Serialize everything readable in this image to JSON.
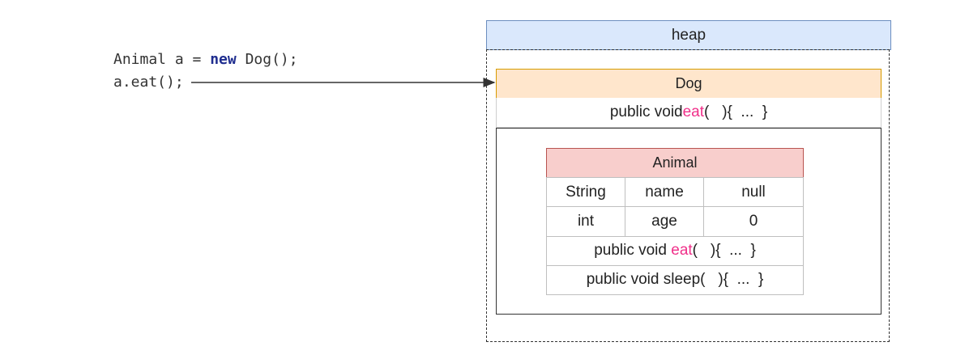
{
  "code": {
    "line1_pre": "Animal a = ",
    "line1_kw": "new",
    "line1_post": " Dog();",
    "line2": "a.eat();"
  },
  "heap": {
    "title": "heap"
  },
  "dog": {
    "title": "Dog",
    "method": {
      "prefix": "public void ",
      "name": "eat",
      "suffix": "(   ){  ...  }"
    }
  },
  "animal": {
    "title": "Animal",
    "fields": [
      {
        "type": "String",
        "name": "name",
        "value": "null"
      },
      {
        "type": "int",
        "name": "age",
        "value": "0"
      }
    ],
    "methods": [
      {
        "prefix": "public void ",
        "name": "eat",
        "suffix": "(   ){  ...  }",
        "highlight": true
      },
      {
        "prefix": "public void sleep",
        "name": "",
        "suffix": "(   ){  ...  }",
        "highlight": false
      }
    ]
  },
  "colors": {
    "heap_fill": "#dae8fc",
    "dog_fill": "#ffe6cc",
    "animal_fill": "#f8cecc",
    "method_highlight": "#f0308a"
  }
}
